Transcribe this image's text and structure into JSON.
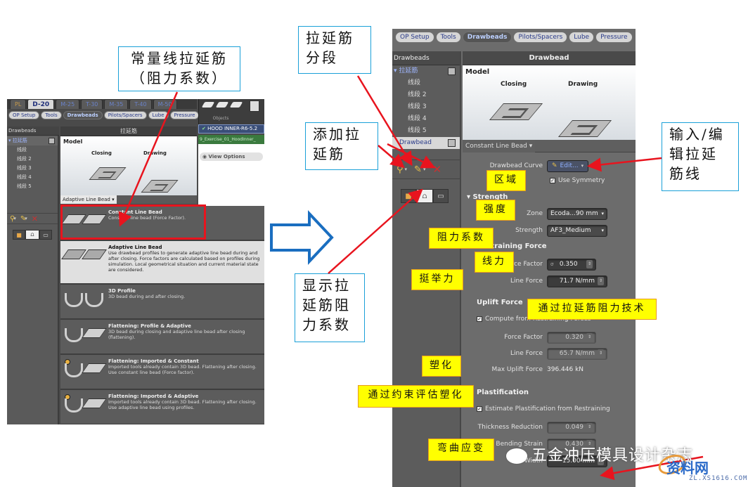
{
  "left_screenshot": {
    "stage_tabs": [
      "PL",
      "D-20",
      "M-25",
      "T-30",
      "M-35",
      "T-40",
      "M-50"
    ],
    "active_stage_tab": "D-20",
    "nav_pills": [
      "OP Setup",
      "Tools",
      "Drawbeads",
      "Pilots/Spacers",
      "Lube",
      "Pressure"
    ],
    "active_pill": "Drawbeads",
    "objects_label": "Objects",
    "hood_title": "HOOD INNER-R6-5.2",
    "exercise_name": "9_Exercise_01_HoodInner_",
    "view_options": "View Options",
    "sidebar": {
      "title": "Drawbeads",
      "root": "拉延筋",
      "items": [
        "线段",
        "线段 2",
        "线段 3",
        "线段 4",
        "线段 5"
      ]
    },
    "main": {
      "header": "拉延筋",
      "model_title": "Model",
      "closing_label": "Closing",
      "drawing_label": "Drawing",
      "type_select": "Adaptive Line Bead ▾"
    },
    "bead_types": [
      {
        "title": "Constant Line Bead",
        "desc": "Constant line bead (Force Factor).",
        "icon": "plate-plate",
        "plus": false
      },
      {
        "title": "Adaptive Line Bead",
        "desc": "Use drawbead profiles to generate adaptive line bead during and after closing. Force factors are calculated based on profiles during simulation. Local geometrical situation and current material state are considered.",
        "icon": "plate-plate",
        "plus": false
      },
      {
        "title": "3D Profile",
        "desc": "3D bead during and after closing.",
        "icon": "profile-profile",
        "plus": false
      },
      {
        "title": "Flattening: Profile & Adaptive",
        "desc": "3D bead during closing and adaptive line bead after closing (flattening).",
        "icon": "profile-plate",
        "plus": false
      },
      {
        "title": "Flattening: Imported & Constant",
        "desc": "Imported tools already contain 3D bead. Flattening after closing. Use constant line bead (Force factor).",
        "icon": "profile-plate",
        "plus": true
      },
      {
        "title": "Flattening: Imported & Adaptive",
        "desc": "Imported tools already contain 3D bead. Flattening after closing. Use adaptive line bead using profiles.",
        "icon": "profile-plate",
        "plus": true
      }
    ]
  },
  "right_screenshot": {
    "nav_pills": [
      "OP Setup",
      "Tools",
      "Drawbeads",
      "Pilots/Spacers",
      "Lube",
      "Pressure"
    ],
    "active_pill": "Drawbeads",
    "sidebar": {
      "title": "Drawbeads",
      "root": "拉延筋",
      "items": [
        "线段",
        "线段 2",
        "线段 3",
        "线段 4",
        "线段 5"
      ],
      "selected_item": "Drawbead"
    },
    "main": {
      "header": "Drawbead",
      "model_title": "Model",
      "closing_label": "Closing",
      "drawing_label": "Drawing",
      "type_select": "Constant Line Bead ▾",
      "drawbead_curve_label": "Drawbead Curve",
      "edit_button": "Edit...",
      "use_symmetry": "Use Symmetry",
      "strength_section": "Strength",
      "zone_label": "Zone",
      "zone_value": "Ecoda...90 mm",
      "strength_label": "Strength",
      "strength_value": "AF3_Medium",
      "restraining_section": "Restraining Force",
      "force_factor_label": "Force Factor",
      "force_factor_value": "0.350",
      "line_force_label": "Line Force",
      "line_force_value": "71.7 N/mm",
      "uplift_section": "Uplift Force",
      "compute_from_restraining": "Compute from Restraining Forces",
      "uplift_force_factor_label": "Force Factor",
      "uplift_force_factor_value": "0.320",
      "uplift_line_force_label": "Line Force",
      "uplift_line_force_value": "65.7 N/mm",
      "max_uplift_label": "Max Uplift Force",
      "max_uplift_value": "396.446 kN",
      "plastification_section": "Plastification",
      "estimate_plastification": "Estimate Plastification from Restraining",
      "thickness_reduction_label": "Thickness Reduction",
      "thickness_reduction_value": "0.049",
      "bending_strain_label": "Bending Strain",
      "bending_strain_value": "0.430",
      "width_label": "Width",
      "width_value": "15.00 mm"
    }
  },
  "annotations": {
    "constant_bead_note": "常量线拉延筋\n（阻力系数）",
    "segments_note": "拉延筋\n分段",
    "add_bead_note": "添加拉\n延筋",
    "show_factor_note": "显示拉\n延筋阻\n力系数",
    "edit_curve_note": "输入/编\n辑拉延\n筋线",
    "zone": "区域",
    "strength": "强度",
    "resist_factor": "阻力系数",
    "line_force": "线力",
    "uplift": "挺举力",
    "via_restraining": "通过拉延筋阻力技术",
    "plastic": "塑化",
    "via_constraint": "通过约束评估塑化",
    "bending_strain": "弯曲应变"
  },
  "watermark": {
    "text": "五金冲压模具设计杂志",
    "site_logo": "资料网",
    "site_url": "ZL.XS1616.COM"
  },
  "colors": {
    "annotation_arrow": "#e8141e",
    "note_border": "#1aa0d8",
    "yellow_note": "#ffff00",
    "transition_arrow": "#1a6ec0"
  }
}
